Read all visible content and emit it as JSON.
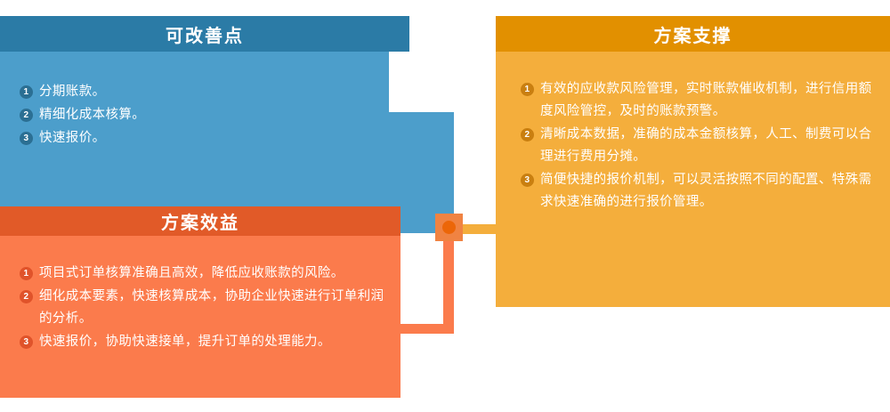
{
  "panels": {
    "improvable": {
      "title": "可改善点",
      "header_color": "#2b7ba6",
      "body_color": "#4c9ecb",
      "items": [
        {
          "num": "1",
          "text": "分期账款。"
        },
        {
          "num": "2",
          "text": "精细化成本核算。"
        },
        {
          "num": "3",
          "text": "快速报价。"
        }
      ]
    },
    "benefit": {
      "title": "方案效益",
      "header_color": "#e15a28",
      "body_color": "#fb7b4c",
      "items": [
        {
          "num": "1",
          "text": "项目式订单核算准确且高效，降低应收账款的风险。"
        },
        {
          "num": "2",
          "text": "细化成本要素，快速核算成本，协助企业快速进行订单利润的分析。"
        },
        {
          "num": "3",
          "text": "快速报价，协助快速接单，提升订单的处理能力。"
        }
      ]
    },
    "support": {
      "title": "方案支撑",
      "header_color": "#e29000",
      "body_color": "#f4ae3c",
      "items": [
        {
          "num": "1",
          "text": "有效的应收款风险管理，实时账款催收机制，进行信用额度风险管控，及时的账款预警。"
        },
        {
          "num": "2",
          "text": "清晰成本数据，准确的成本金额核算，人工、制费可以合理进行费用分摊。"
        },
        {
          "num": "3",
          "text": "简便快捷的报价机制，可以灵活按照不同的配置、特殊需求快速准确的进行报价管理。"
        }
      ]
    }
  },
  "connector": {
    "node_color": "#f08342",
    "dot_color": "#ec6608",
    "amber_line_color": "#f4ae3c",
    "red_line_color": "#fb7b4c"
  }
}
